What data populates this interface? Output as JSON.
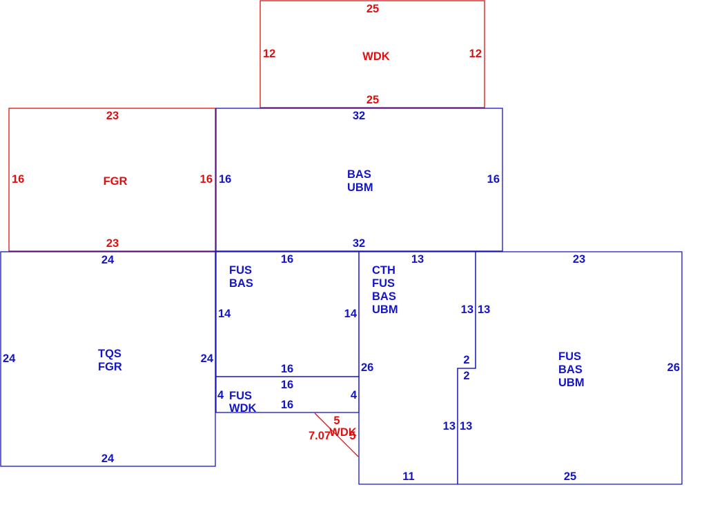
{
  "colors": {
    "living": "#1414c8",
    "other": "#e01010",
    "background": "#ffffff"
  },
  "areas": {
    "wdk_top": {
      "label": "WDK",
      "top": "25",
      "bottom": "25",
      "left": "12",
      "right": "12"
    },
    "fgr": {
      "label": "FGR",
      "top": "23",
      "bottom": "23",
      "left": "16",
      "right": "16"
    },
    "bas_ubm_top": {
      "label_1": "BAS",
      "label_2": "UBM",
      "top": "32",
      "bottom": "32",
      "left": "16",
      "right": "16"
    },
    "tqs_fgr": {
      "label_1": "TQS",
      "label_2": "FGR",
      "top": "24",
      "bottom": "24",
      "left": "24",
      "right": "24"
    },
    "fus_bas": {
      "label_1": "FUS",
      "label_2": "BAS",
      "top": "16",
      "bottom": "16",
      "left": "14",
      "right": "14"
    },
    "fus_wdk": {
      "label_1": "FUS",
      "label_2": "WDK",
      "top": "16",
      "bottom": "16",
      "left": "4",
      "right": "4"
    },
    "wdk_triangle": {
      "label": "WDK",
      "top": "5",
      "right": "5",
      "hypotenuse": "7.07"
    },
    "cth": {
      "label_1": "CTH",
      "label_2": "FUS",
      "label_3": "BAS",
      "label_4": "UBM",
      "top": "13",
      "left": "26",
      "right_upper": "13",
      "right_lower": "13",
      "bottom": "11"
    },
    "fus_bas_ubm": {
      "label_1": "FUS",
      "label_2": "BAS",
      "label_3": "UBM",
      "top": "23",
      "right": "26",
      "left_upper": "13",
      "left_lower": "13",
      "jog_top": "2",
      "jog_side": "2",
      "bottom": "25"
    }
  }
}
